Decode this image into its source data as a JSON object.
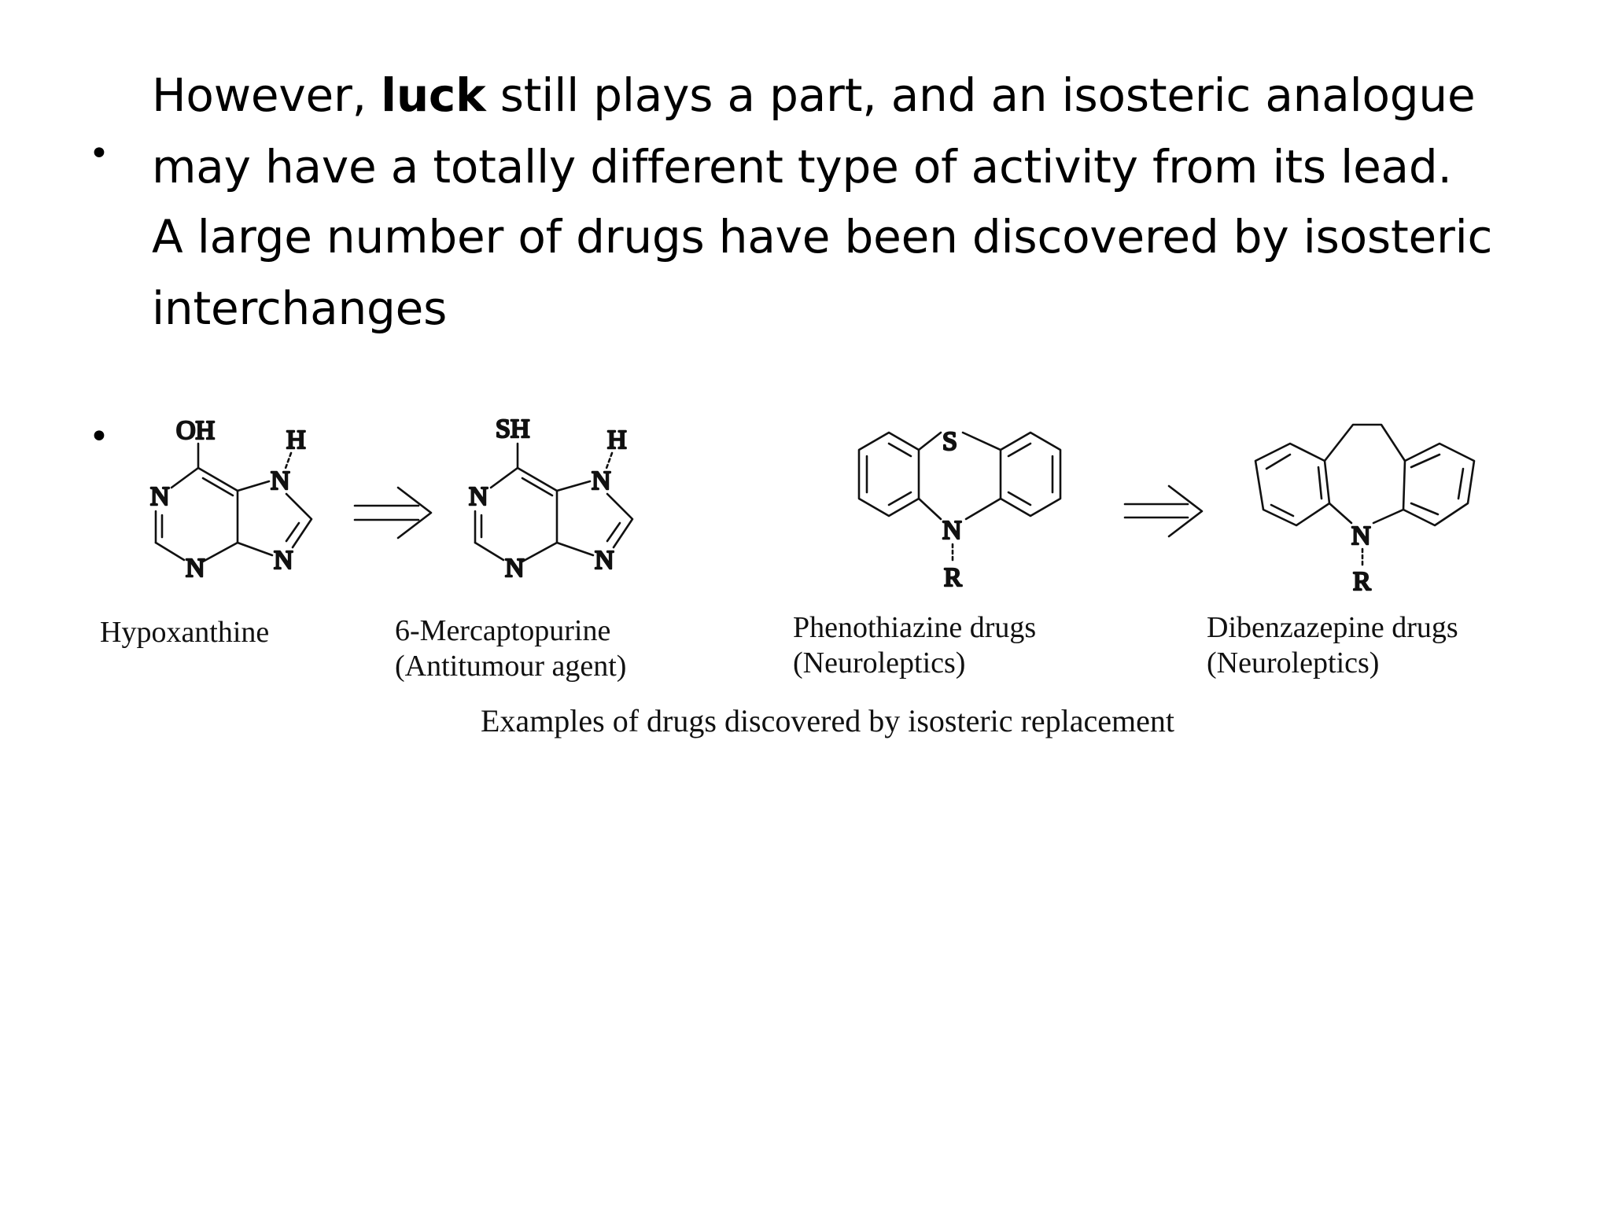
{
  "bullets": [
    {
      "text_before": "However, ",
      "emphasis": "luck",
      "text_after": " still plays a part, and an isosteric analogue may have a totally different type of activity from its lead."
    },
    {
      "text": "A large number of drugs have been discovered by isosteric interchanges"
    }
  ],
  "bullet_symbol": "•",
  "figure": {
    "compounds": [
      {
        "name": "Hypoxanthine",
        "subtitle": "",
        "substituent": "OH",
        "atoms": [
          "OH",
          "H",
          "N",
          "N",
          "N",
          "N"
        ]
      },
      {
        "name": "6-Mercaptopurine",
        "subtitle": "(Antitumour agent)",
        "substituent": "SH",
        "atoms": [
          "SH",
          "H",
          "N",
          "N",
          "N",
          "N"
        ]
      },
      {
        "name": "Phenothiazine drugs",
        "subtitle": "(Neuroleptics)",
        "atoms": [
          "S",
          "N",
          "R"
        ]
      },
      {
        "name": "Dibenzazepine drugs",
        "subtitle": "(Neuroleptics)",
        "atoms": [
          "N",
          "R"
        ]
      }
    ],
    "caption": "Examples of drugs discovered by isosteric replacement",
    "arrow_symbol": "⇒"
  }
}
